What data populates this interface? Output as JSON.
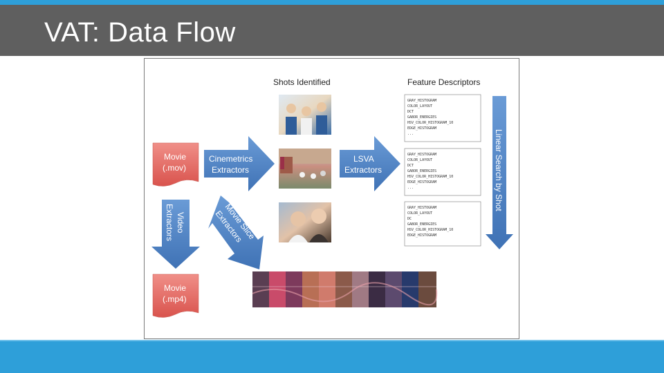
{
  "slide": {
    "title": "VAT: Data Flow"
  },
  "diagram": {
    "headings": {
      "shots": "Shots Identified",
      "features": "Feature Descriptors"
    },
    "sources": {
      "movie_mov": [
        "Movie",
        "(.mov)"
      ],
      "movie_mp4": [
        "Movie",
        "(.mp4)"
      ]
    },
    "arrows": {
      "cinemetrics": [
        "Cinemetrics",
        "Extractors"
      ],
      "lsva": [
        "LSVA",
        "Extractors"
      ],
      "video": [
        "Video",
        "Extractors"
      ],
      "movie_slice": [
        "Movie Slice",
        "Extractors"
      ],
      "linear_search": "Linear Search by Shot"
    },
    "descriptor_boxes": [
      [
        "GRAY_HISTOGRAM",
        "COLOR_LAYOUT",
        "DCT",
        "GABOR_ENERGIES",
        "HSV_COLOR_HISTOGRAM_10",
        "EDGE_HISTOGRAM",
        "..."
      ],
      [
        "GRAY_HISTOGRAM",
        "COLOR_LAYOUT",
        "DCT",
        "GABOR_ENERGIES",
        "HSV_COLOR_HISTOGRAM_10",
        "EDGE_HISTOGRAM",
        "..."
      ],
      [
        "GRAY_HISTOGRAM",
        "COLOR_LAYOUT",
        "DC",
        "GABOR_ENERGIES",
        "HSV_COLOR_HISTOGRAM_10",
        "EDGE_HISTOGRAM"
      ]
    ],
    "colors": {
      "arrow": "#4f81bd",
      "source_box": "#e8706a",
      "title_bar": "#5f5f5f",
      "accent": "#2e9fd9"
    }
  }
}
